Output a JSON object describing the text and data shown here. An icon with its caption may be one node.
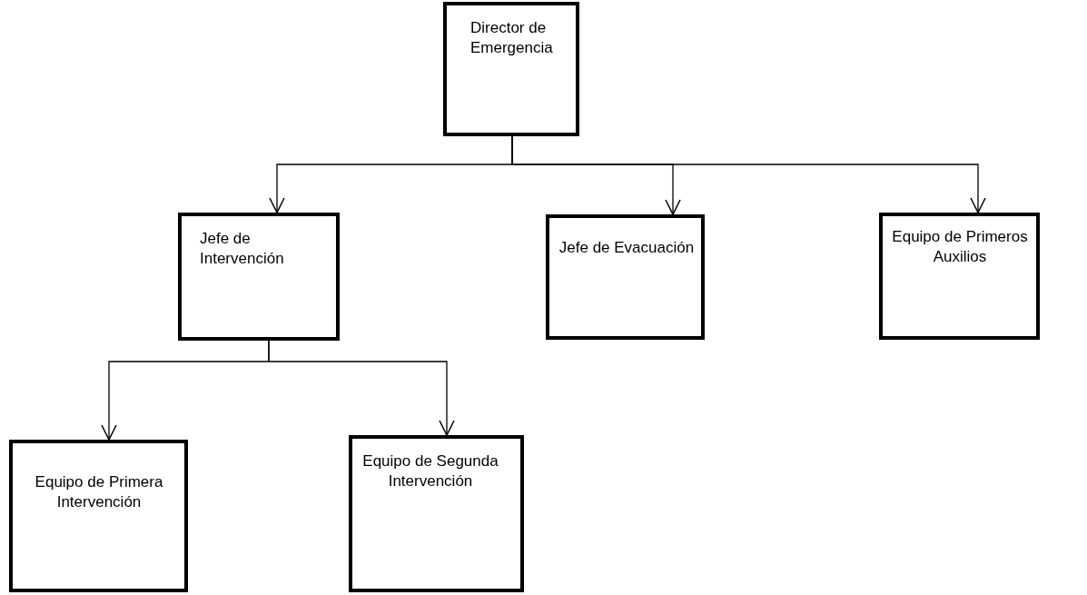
{
  "diagram": {
    "nodes": [
      {
        "text": [
          "Director de Emergencia"
        ]
      },
      {
        "text": [
          "Jefe de Intervención"
        ]
      },
      {
        "text": [
          "Jefe de Evacuación"
        ]
      },
      {
        "text": [
          "Equipo de Primeros Auxilios"
        ]
      },
      {
        "text": [
          "Equipo de Primera Intervención"
        ]
      },
      {
        "text": [
          "Equipo de Segunda Intervención"
        ]
      }
    ],
    "edges": [
      {
        "from": 0,
        "to": 1,
        "arrow": "to"
      },
      {
        "from": 0,
        "to": 2,
        "arrow": "to"
      },
      {
        "from": 0,
        "to": 3,
        "arrow": "to"
      },
      {
        "from": 1,
        "to": 4,
        "arrow": "to"
      },
      {
        "from": 1,
        "to": 5,
        "arrow": "to"
      }
    ]
  }
}
